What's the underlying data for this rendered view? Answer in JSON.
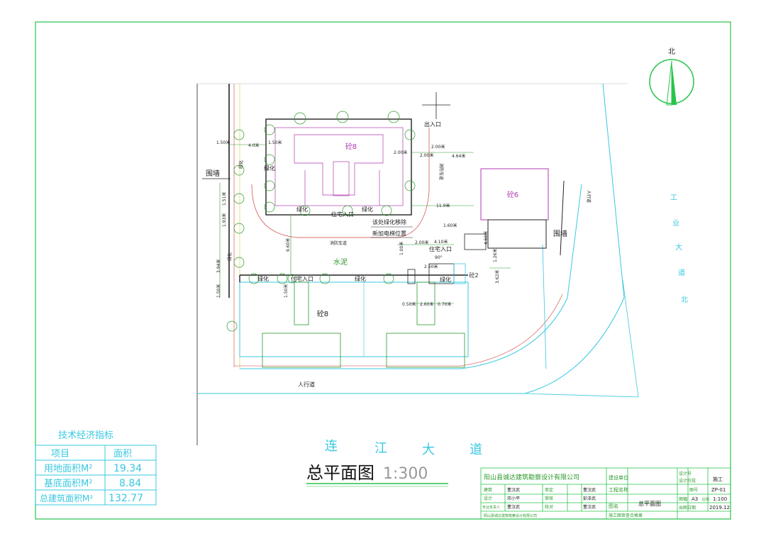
{
  "drawing": {
    "title": "总平面图",
    "scale_text": "1:300"
  },
  "north": {
    "label": "北"
  },
  "road_names": {
    "industrial_avenue": [
      "工",
      "业",
      "大",
      "道",
      "北"
    ],
    "lianjiang_avenue": [
      "连",
      "江",
      "大",
      "道"
    ]
  },
  "labels": {
    "exit_entrance": "出入口",
    "wall_left": "围墙",
    "wall_right": "围墙",
    "greening": "绿化",
    "residential_entrance": "住宅入口",
    "fire_lane": "消防车道",
    "fire_lane_vertical": "消防车道",
    "cement": "水泥",
    "remove_greening": "该处绿化移除",
    "new_elevator": "新加电梯位置",
    "sidewalk_bottom": "人行道",
    "sidewalk_right": "人行道",
    "building_top": "砼8",
    "building_bottom": "砼8",
    "building_right": "砼6",
    "building_small": "砼2",
    "angle": "90°"
  },
  "dimensions": {
    "d1": "1.50米",
    "d2": "4.0米",
    "d3": "1.50米",
    "d4": "2.00米",
    "d5": "2.00米",
    "d6": "4.64米",
    "d7": "11.9米",
    "d8": "1.60米",
    "d9": "4.10米",
    "d10": "2.00米",
    "d11": "2.00米",
    "d12": "1.93米",
    "d13": "1.51米",
    "d14": "3.94米",
    "d15": "1.50米",
    "d16": "0.50米",
    "d17": "2.60米",
    "d18": "0.70米",
    "d19": "1.50米",
    "d20": "2.50米",
    "d21": "3.62米",
    "d22": "1.26米",
    "d23": "4.60米",
    "d24": "1.00米",
    "d25": "9.60米"
  },
  "table": {
    "title": "技术经济指标",
    "headers": [
      "项目",
      "面积"
    ],
    "rows": [
      [
        "用地面积M²",
        "19.34"
      ],
      [
        "基底面积M²",
        "8.84"
      ],
      [
        "总建筑面积M²",
        "132.77"
      ]
    ]
  },
  "title_block": {
    "company": "阳山县诚达建筑勘察设计有限公司",
    "client_label": "建设单位",
    "project_label": "工程名称",
    "drawing_name_label": "图名",
    "drawing_name": "总平面图",
    "stage_labels": [
      "设计号",
      "设计阶段"
    ],
    "stage_value": "施工",
    "sheet_no_label": "图号",
    "sheet_no": "ZP-01",
    "size_label": "图幅",
    "size": "A3",
    "scale_label": "比例",
    "scale": "1:100",
    "date_label": "出图日期",
    "date": "2019.12",
    "roles": [
      "建筑",
      "设计",
      "专业负责人",
      "审定",
      "审核",
      "校对"
    ],
    "names": [
      "董汉武",
      "邓小平",
      "董汉武",
      "董汉武",
      "彭泽武",
      "董汉武"
    ],
    "footer_left": "阳山县城达建筑勘察设计有限公司",
    "footer_right": "施工图审查合格章"
  },
  "colors": {
    "frame": "#27c44a",
    "cyan": "#38c8e0",
    "magenta": "#b03ab0",
    "green": "#2a9a2a",
    "yellow": "#e0e060",
    "red": "#d04040"
  }
}
